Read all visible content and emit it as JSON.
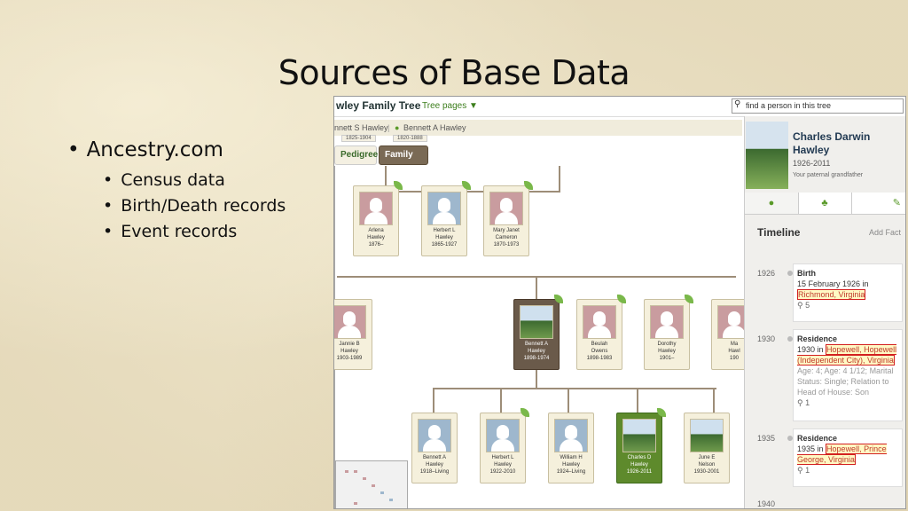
{
  "slide": {
    "title": "Sources of Base Data",
    "bullets": [
      {
        "text": "Ancestry.com",
        "sub": [
          "Census data",
          "Birth/Death records",
          "Event records"
        ]
      }
    ]
  },
  "app": {
    "tree_title": "wley Family Tree",
    "tree_pages": "Tree pages ▼",
    "search_placeholder": "find a person in this tree",
    "crumbs": [
      "nnett S Hawley",
      "Bennett A Hawley"
    ],
    "under_crumbs": [
      "1825-1904",
      "1820-1888"
    ],
    "view_tabs": [
      "Pedigree",
      "Family"
    ],
    "cards": [
      {
        "lines": [
          "Arlena",
          "Hawley",
          "1876–"
        ],
        "type": "female"
      },
      {
        "lines": [
          "Herbert L",
          "Hawley",
          "1865-1927"
        ],
        "type": "male"
      },
      {
        "lines": [
          "Mary Janet",
          "Cameron",
          "1870-1973"
        ],
        "type": "female"
      },
      {
        "lines": [
          "Jannie B",
          "Hawley",
          "1903-1989"
        ],
        "type": "female"
      },
      {
        "lines": [
          "Bennett A",
          "Hawley",
          "1898-1974"
        ],
        "type": "pic"
      },
      {
        "lines": [
          "Beulah",
          "Owens",
          "1898-1983"
        ],
        "type": "female"
      },
      {
        "lines": [
          "Dorothy",
          "Hawley",
          "1901–"
        ],
        "type": "female"
      },
      {
        "lines": [
          "Ma",
          "Hawl",
          "190"
        ],
        "type": "female"
      },
      {
        "lines": [
          "Bennett A",
          "Hawley",
          "1918–Living"
        ],
        "type": "male"
      },
      {
        "lines": [
          "Herbert L",
          "Hawley",
          "1922-2010"
        ],
        "type": "male"
      },
      {
        "lines": [
          "William H",
          "Hawley",
          "1924–Living"
        ],
        "type": "male"
      },
      {
        "lines": [
          "Charles D",
          "Hawley",
          "1926-2011"
        ],
        "type": "pic"
      },
      {
        "lines": [
          "June E",
          "Nelson",
          "1930-2001"
        ],
        "type": "pic"
      }
    ],
    "profile": {
      "name": "Charles Darwin Hawley",
      "years": "1926-2011",
      "relation": "Your paternal grandfather",
      "timeline_label": "Timeline",
      "add_fact": "Add Fact",
      "events": [
        {
          "year": "1926",
          "title": "Birth",
          "line1": "15 February 1926 in",
          "place": "Richmond, Virginia",
          "extra": "",
          "sources": "5"
        },
        {
          "year": "1930",
          "title": "Residence",
          "line1": "1930 in",
          "place": "Hopewell, Hopewell (Independent City), Virginia",
          "extra": "Age: 4; Age: 4 1/12; Marital Status: Single; Relation to Head of House: Son",
          "sources": "1"
        },
        {
          "year": "1935",
          "title": "Residence",
          "line1": "1935 in",
          "place": "Hopewell, Prince George, Virginia",
          "extra": "",
          "sources": "1"
        },
        {
          "year": "1940",
          "title": "",
          "line1": "",
          "place": "",
          "extra": "",
          "sources": ""
        }
      ]
    }
  }
}
